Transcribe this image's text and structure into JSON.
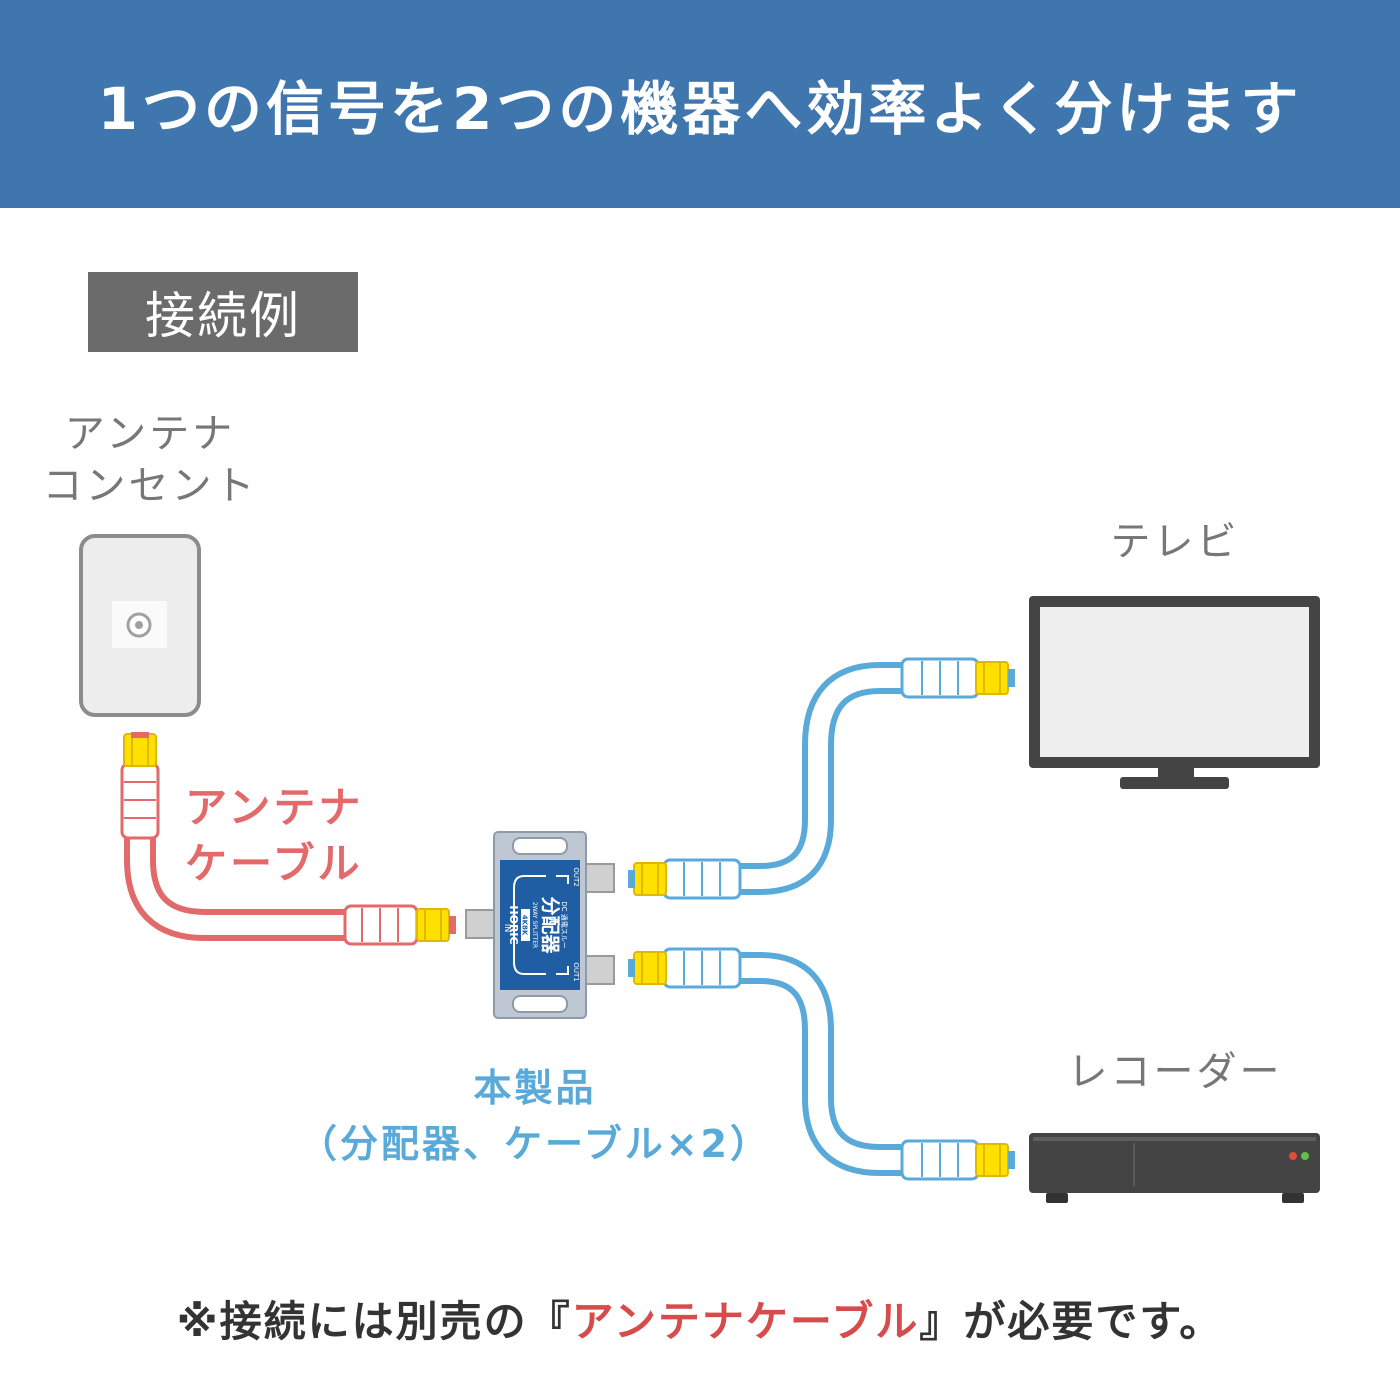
{
  "header": {
    "title": "1つの信号を2つの機器へ効率よく分けます"
  },
  "example_tag": "接続例",
  "devices": {
    "outlet_label_line1": "アンテナ",
    "outlet_label_line2": "コンセント",
    "tv_label": "テレビ",
    "recorder_label": "レコーダー"
  },
  "cable_label": {
    "line1": "アンテナ",
    "line2": "ケーブル"
  },
  "product_label": {
    "line1": "本製品",
    "line2": "（分配器、ケーブル×2）"
  },
  "splitter": {
    "title": "分配器",
    "subtitle": "2WAY SPLITTER",
    "badge": "4K8K",
    "brand": "HORIC",
    "in": "IN",
    "out1": "OUT1",
    "out2": "OUT2",
    "dc": "DC 通電スルー"
  },
  "note": {
    "prefix": "※接続には別売の『",
    "highlight": "アンテナケーブル",
    "suffix": "』が必要です。"
  },
  "colors": {
    "header_bg": "#3e76ad",
    "tag_bg": "#6b6b6b",
    "antenna_cable": "#e26a6a",
    "product_cable": "#5aaad9",
    "connector": "#ffe000",
    "highlight_text": "#d64c4c"
  }
}
